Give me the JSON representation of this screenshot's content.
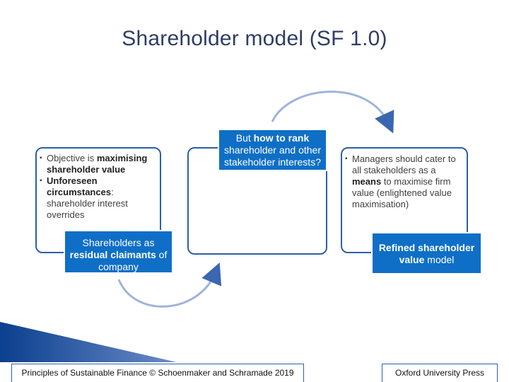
{
  "title": "Shareholder model (SF 1.0)",
  "left_panel": {
    "bullets": [
      {
        "pre": "Objective is ",
        "bold": "maximising",
        "post": " shareholder value"
      },
      {
        "pre": "",
        "bold": "Unforeseen circumstances",
        "post": ": shareholder interest overrides"
      }
    ]
  },
  "left_box": {
    "line1": "Shareholders as",
    "bold": "residual claimants",
    "post": " of company"
  },
  "middle_box": {
    "pre": "But ",
    "bold": "how to rank",
    "post": " shareholder and other stakeholder interests?"
  },
  "right_panel": {
    "bullets": [
      {
        "pre": "Managers should cater to all stakeholders as a ",
        "bold": "means",
        "post": " to maximise firm value (enlightened value maximisation)"
      }
    ]
  },
  "right_box": {
    "bold": "Refined shareholder value",
    "post": " model"
  },
  "footer": {
    "left": "Principles of Sustainable Finance © Schoenmaker and Schramade 2019",
    "right": "Oxford University Press"
  },
  "colors": {
    "accent": "#0f6fc6",
    "border": "#2e5fa8",
    "title": "#2f3d66"
  }
}
